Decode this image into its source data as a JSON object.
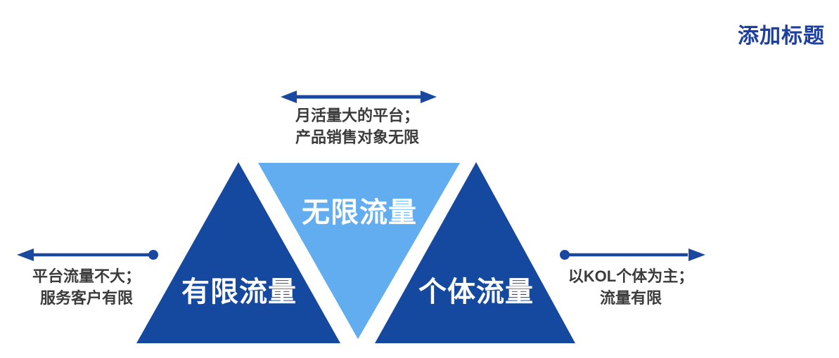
{
  "title": "添加标题",
  "colors": {
    "dark_blue": "#15489F",
    "light_blue": "#61ADF0",
    "arrow_blue": "#1A479F",
    "title_blue": "#1C3FA0",
    "text_dark": "#3B3B3B",
    "label_text": "#FFFFFF",
    "background": "#FFFFFF"
  },
  "triangles": [
    {
      "id": "limited-traffic",
      "label": "有限流量",
      "color": "#15489F",
      "orientation": "up"
    },
    {
      "id": "unlimited-traffic",
      "label": "无限流量",
      "color": "#61ADF0",
      "orientation": "down"
    },
    {
      "id": "individual-traffic",
      "label": "个体流量",
      "color": "#15489F",
      "orientation": "up"
    }
  ],
  "annotations": {
    "top": {
      "line1": "月活量大的平台；",
      "line2": "产品销售对象无限",
      "arrow": "double-headed"
    },
    "left": {
      "line1": "平台流量不大；",
      "line2": "服务客户有限",
      "arrow": "left-pointing-with-dot"
    },
    "right": {
      "line1": "以KOL个体为主；",
      "line2": "流量有限",
      "arrow": "right-pointing-with-dot"
    }
  }
}
